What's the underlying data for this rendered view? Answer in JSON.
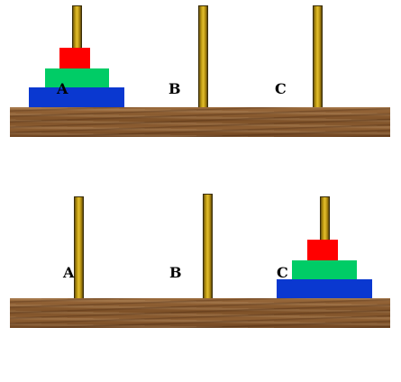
{
  "pegs": [
    {
      "label": "A"
    },
    {
      "label": "B"
    },
    {
      "label": "C"
    }
  ],
  "disk_colors": {
    "small": "#ff0000",
    "medium": "#00cc66",
    "large": "#0033cc"
  },
  "states": [
    {
      "stacks": {
        "A": [
          "large",
          "medium",
          "small"
        ],
        "B": [],
        "C": []
      }
    },
    {
      "stacks": {
        "A": [],
        "B": [],
        "C": [
          "large",
          "medium",
          "small"
        ]
      }
    }
  ]
}
